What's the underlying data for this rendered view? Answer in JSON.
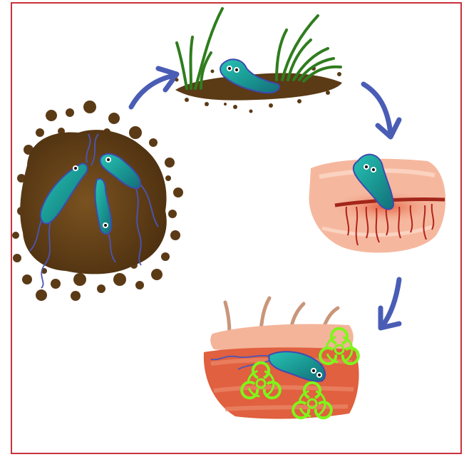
{
  "diagram": {
    "stages": [
      {
        "name": "bacteria-colony-in-soil"
      },
      {
        "name": "bacterium-on-grassy-soil"
      },
      {
        "name": "bacterium-entering-skin-wound"
      },
      {
        "name": "bacterium-in-infected-tissue"
      }
    ],
    "colors": {
      "frame": "#c8323c",
      "soil": "#5b3a16",
      "bacterium": "#1c9a93",
      "bacterium_outline": "#3d4bb0",
      "arrow": "#4a5db5",
      "grass": "#2f7d1e",
      "skin": "#f4b49a",
      "wound": "#b2241a",
      "tissue": "#e0603f",
      "biohazard": "#7ff51a"
    },
    "icons": [
      "biohazard-icon",
      "arrow-icon"
    ]
  }
}
